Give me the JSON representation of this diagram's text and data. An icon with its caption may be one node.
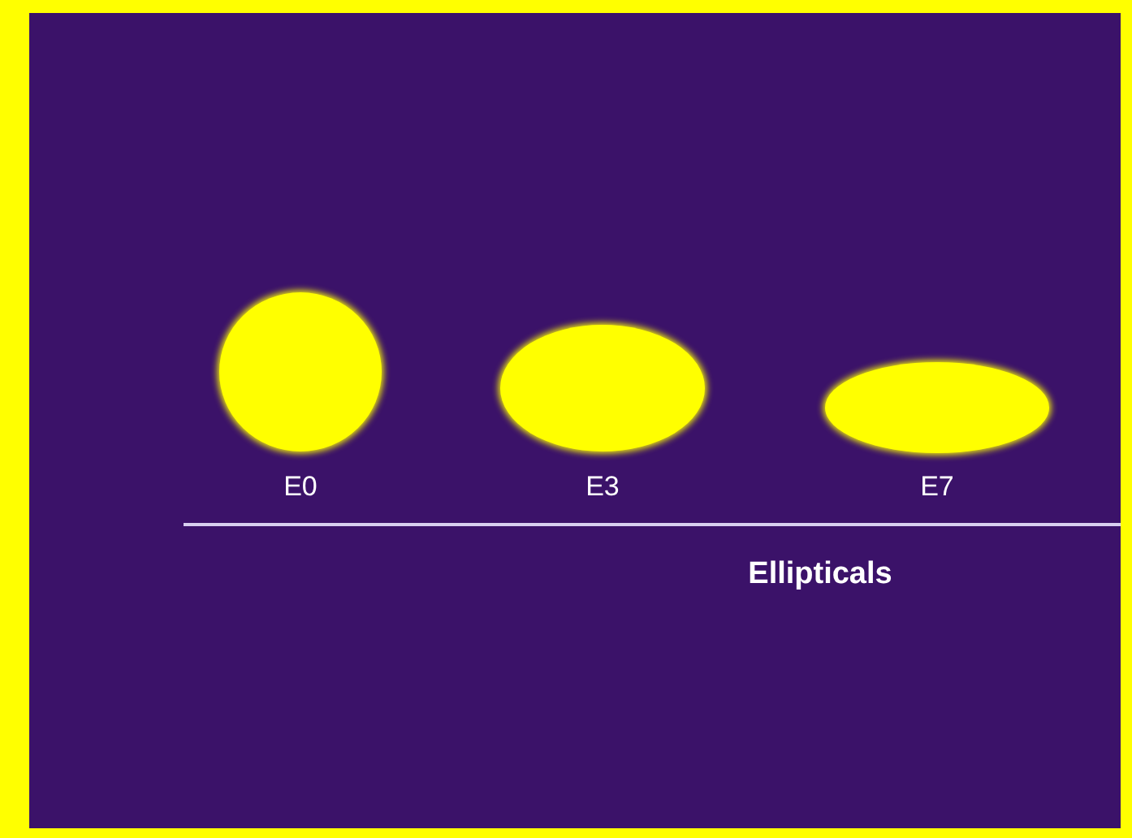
{
  "diagram": {
    "nodes": [
      {
        "text": [],
        "shape": "ellipse",
        "beside": [
          "E0"
        ]
      },
      {
        "text": [],
        "shape": "ellipse",
        "beside": [
          "E3"
        ]
      },
      {
        "text": [],
        "shape": "ellipse",
        "beside": [
          "E7"
        ]
      }
    ],
    "edges": [],
    "labels": [
      "Ellipticals"
    ]
  }
}
